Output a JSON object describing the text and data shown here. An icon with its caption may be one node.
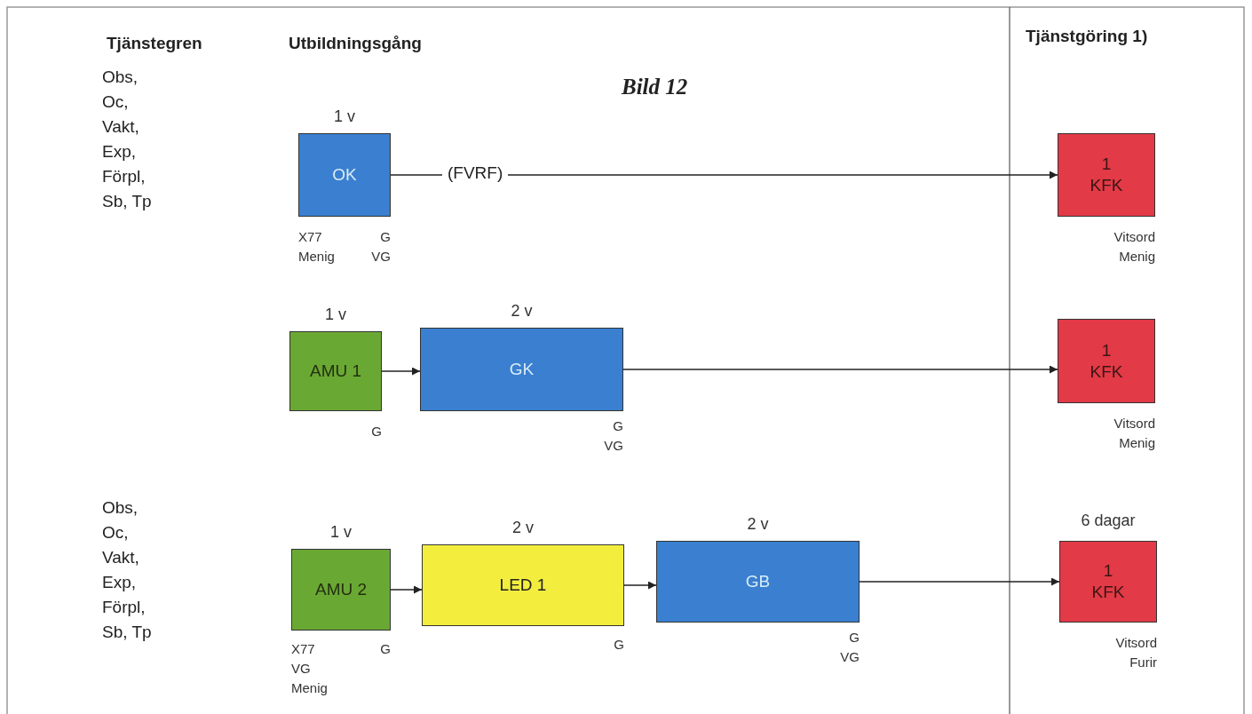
{
  "diagram": {
    "title": "Bild 12",
    "nodes": [
      {
        "text": [
          "OK"
        ],
        "beside": [
          "1 v",
          "X77 Menig",
          "G VG"
        ]
      },
      {
        "text": [
          "1",
          "KFK"
        ],
        "beside": [
          "Vitsord Menig"
        ]
      },
      {
        "text": [
          "AMU 1"
        ],
        "beside": [
          "1 v",
          "G"
        ]
      },
      {
        "text": [
          "GK"
        ],
        "beside": [
          "2 v",
          "G VG"
        ]
      },
      {
        "text": [
          "1",
          "KFK"
        ],
        "beside": [
          "Vitsord Menig"
        ]
      },
      {
        "text": [
          "AMU 2"
        ],
        "beside": [
          "1 v",
          "X77 VG Menig",
          "G"
        ]
      },
      {
        "text": [
          "LED 1"
        ],
        "beside": [
          "2 v",
          "G"
        ]
      },
      {
        "text": [
          "GB"
        ],
        "beside": [
          "2 v",
          "G VG"
        ]
      },
      {
        "text": [
          "1",
          "KFK"
        ],
        "beside": [
          "6 dagar",
          "Vitsord Furir"
        ]
      }
    ],
    "edges": [
      {
        "from": 0,
        "to": 1,
        "arrow": "to",
        "label": "(FVRF)"
      },
      {
        "from": 2,
        "to": 3,
        "arrow": "to"
      },
      {
        "from": 3,
        "to": 4,
        "arrow": "to"
      },
      {
        "from": 5,
        "to": 6,
        "arrow": "to"
      },
      {
        "from": 6,
        "to": 7,
        "arrow": "to"
      },
      {
        "from": 7,
        "to": 8,
        "arrow": "to"
      }
    ],
    "labels": [
      "Tjänstegren",
      "Utbildningsgång",
      "Tjänstgöring 1)",
      "Obs, Oc, Vakt, Exp, Förpl, Sb, Tp",
      "Obs, Oc, Vakt, Exp, Förpl, Sb, Tp"
    ]
  }
}
